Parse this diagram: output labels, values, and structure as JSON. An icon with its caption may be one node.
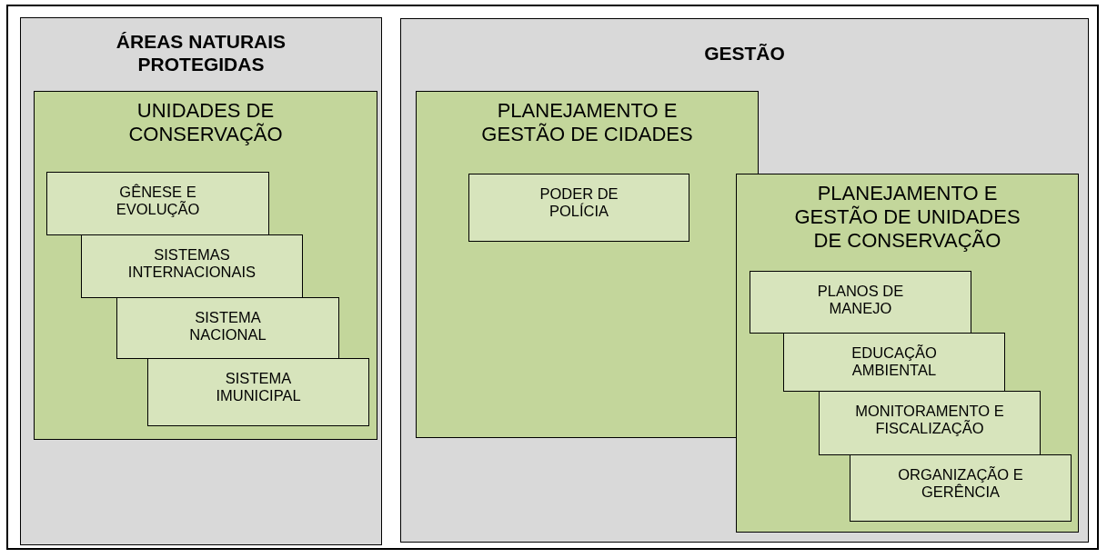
{
  "diagram": {
    "nodes": [
      {
        "text": [
          "ÁREAS NATURAIS PROTEGIDAS"
        ]
      },
      {
        "text": [
          "UNIDADES DE CONSERVAÇÃO"
        ],
        "in": 0
      },
      {
        "text": [
          "GÊNESE E EVOLUÇÃO"
        ],
        "in": 1
      },
      {
        "text": [
          "SISTEMAS INTERNACIONAIS"
        ],
        "in": 1
      },
      {
        "text": [
          "SISTEMA NACIONAL"
        ],
        "in": 1
      },
      {
        "text": [
          "SISTEMA IMUNICIPAL"
        ],
        "in": 1
      },
      {
        "text": [
          "GESTÃO"
        ]
      },
      {
        "text": [
          "PLANEJAMENTO E GESTÃO DE CIDADES"
        ],
        "in": 6
      },
      {
        "text": [
          "PODER DE POLÍCIA"
        ],
        "in": 7
      },
      {
        "text": [
          "PLANEJAMENTO E GESTÃO DE UNIDADES DE CONSERVAÇÃO"
        ],
        "in": 6
      },
      {
        "text": [
          "PLANOS DE MANEJO"
        ],
        "in": 9
      },
      {
        "text": [
          "EDUCAÇÃO AMBIENTAL"
        ],
        "in": 9
      },
      {
        "text": [
          "MONITORAMENTO E FISCALIZAÇÃO"
        ],
        "in": 9
      },
      {
        "text": [
          "ORGANIZAÇÃO E GERÊNCIA"
        ],
        "in": 9
      }
    ]
  }
}
